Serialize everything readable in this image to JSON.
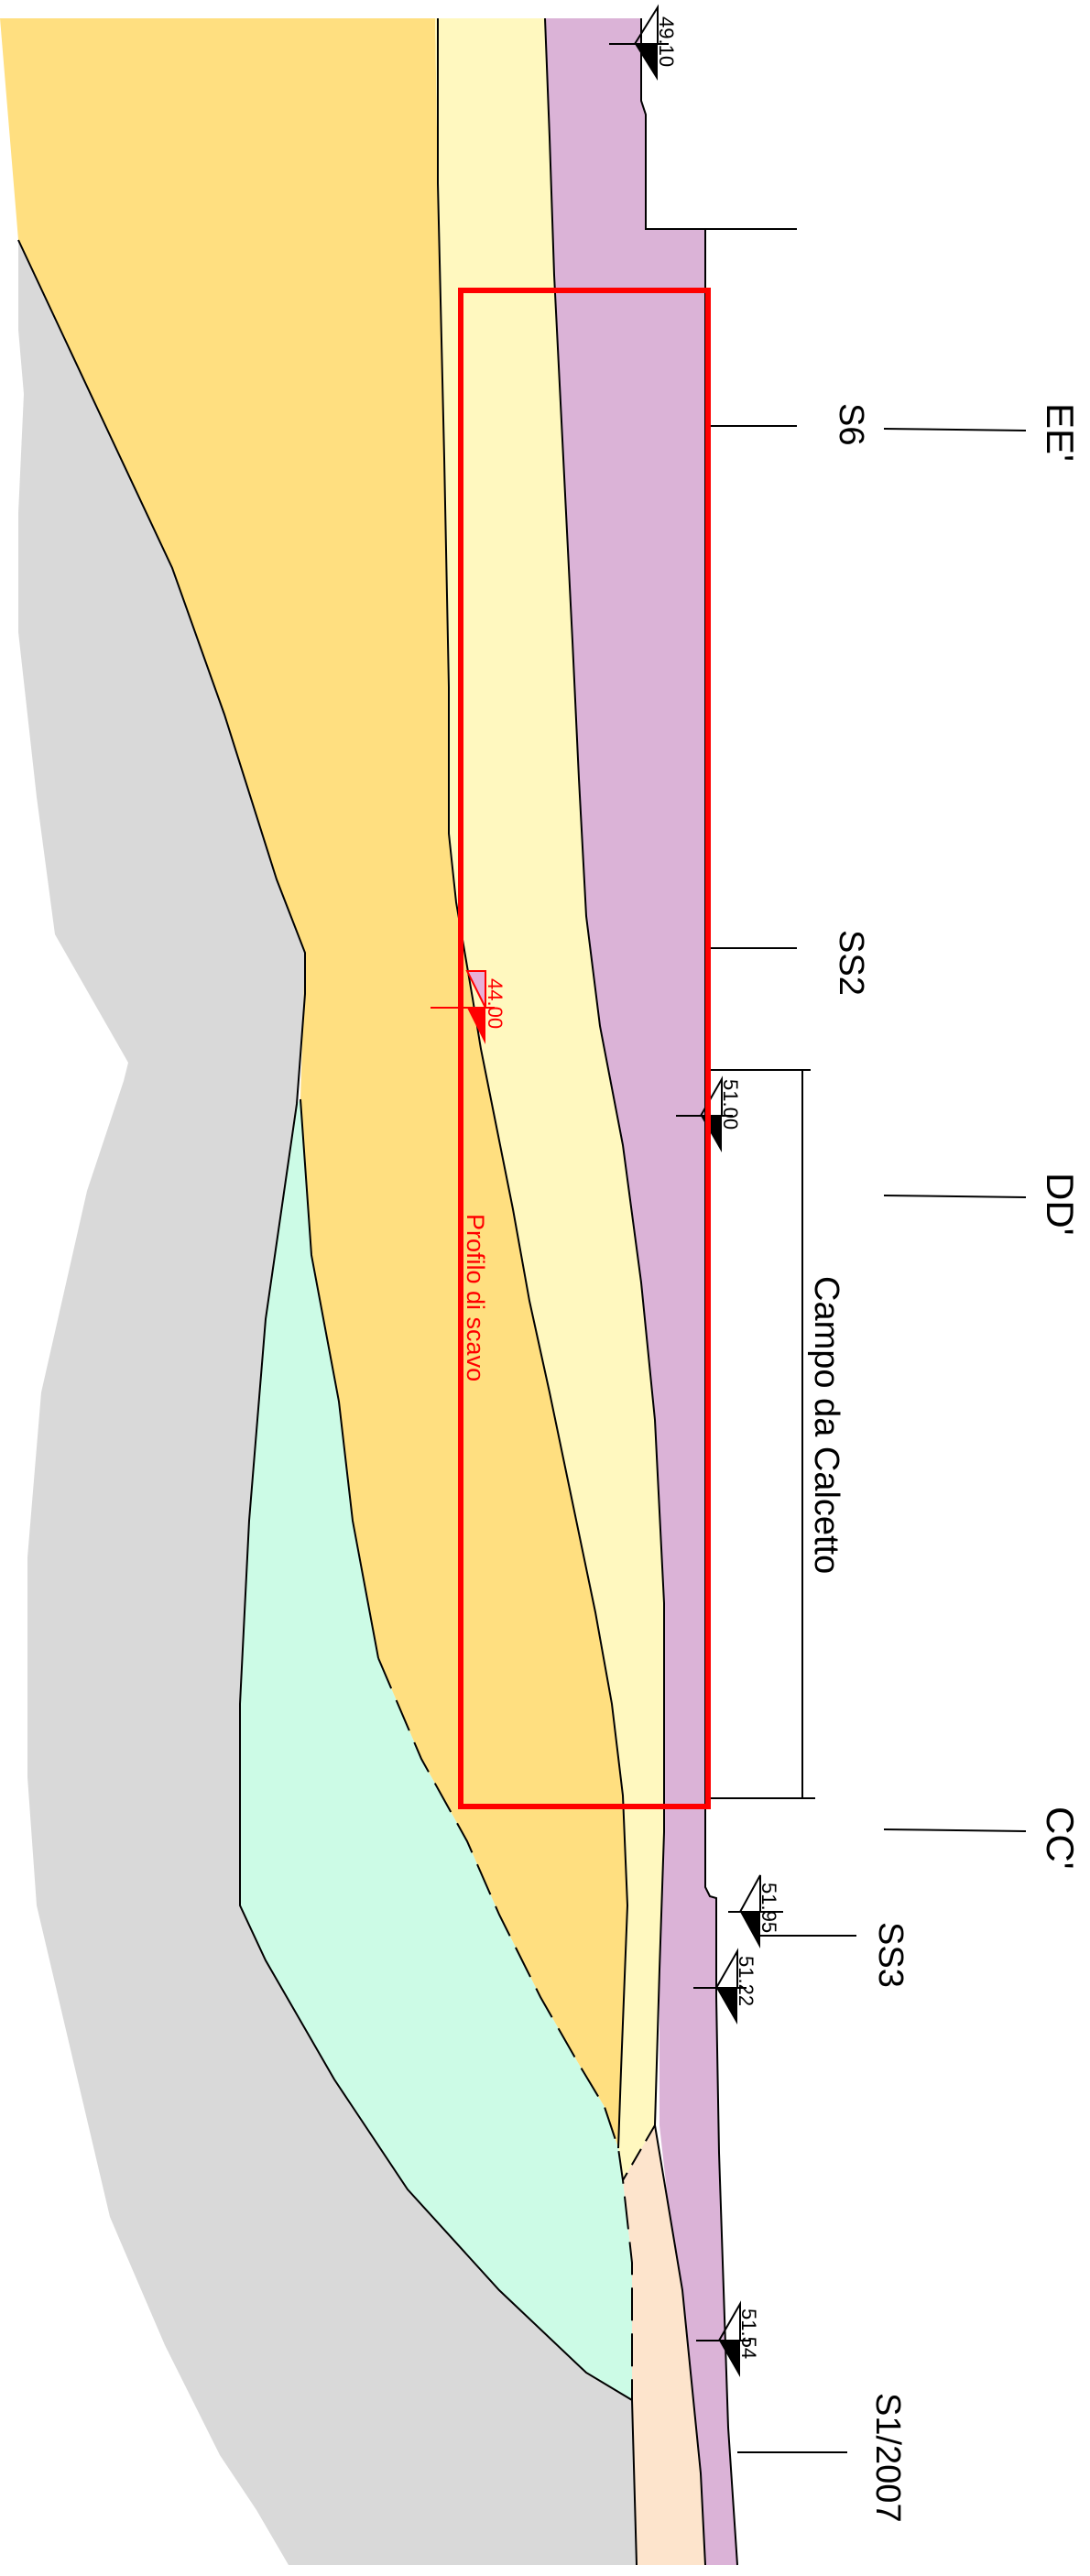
{
  "section_labels": {
    "ee": "EE'",
    "dd": "DD'",
    "cc": "CC'"
  },
  "borehole_labels": {
    "s6": "S6",
    "ss2": "SS2",
    "ss3": "SS3",
    "s1": "S1/2007"
  },
  "elevations": {
    "e1": "49.10",
    "e2": "51.00",
    "e3": "51.95",
    "e4": "51.22",
    "e5": "51.54",
    "excavation": "44.00"
  },
  "annotations": {
    "field": "Campo da Calcetto",
    "excavation_profile": "Profilo di scavo"
  },
  "colors": {
    "gray_unit": "#d9d9d9",
    "orange_unit": "#ffdf80",
    "yellow_unit": "#fff8bf",
    "purple_unit": "#dbb3d7",
    "green_unit": "#ccfbe6",
    "peach_unit": "#fde4cc",
    "excavation": "#ff0000"
  }
}
